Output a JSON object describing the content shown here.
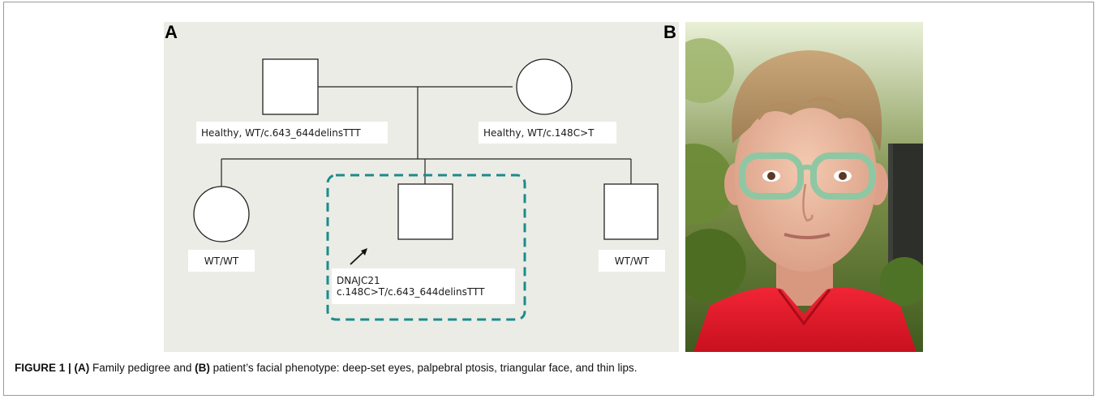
{
  "figure": {
    "panel_a_letter": "A",
    "panel_b_letter": "B",
    "caption": {
      "figure_label": "FIGURE 1 | ",
      "part_a_marker": "(A)",
      "part_a_text": " Family pedigree and ",
      "part_b_marker": "(B)",
      "part_b_text": " patient’s facial phenotype: deep-set eyes, palpebral ptosis, triangular face, and thin lips."
    }
  },
  "pedigree": {
    "father_label": "Healthy, WT/c.643_644delinsTTT",
    "mother_label": "Healthy, WT/c.148C>T",
    "sibling_left_label": "WT/WT",
    "sibling_right_label": "WT/WT",
    "proband_gene": "DNAJC21",
    "proband_genotype": "c.148C>T/c.643_644delinsTTT",
    "highlight_color": "#1a8c8c"
  },
  "photo": {
    "icon": "patient-face-photo"
  }
}
